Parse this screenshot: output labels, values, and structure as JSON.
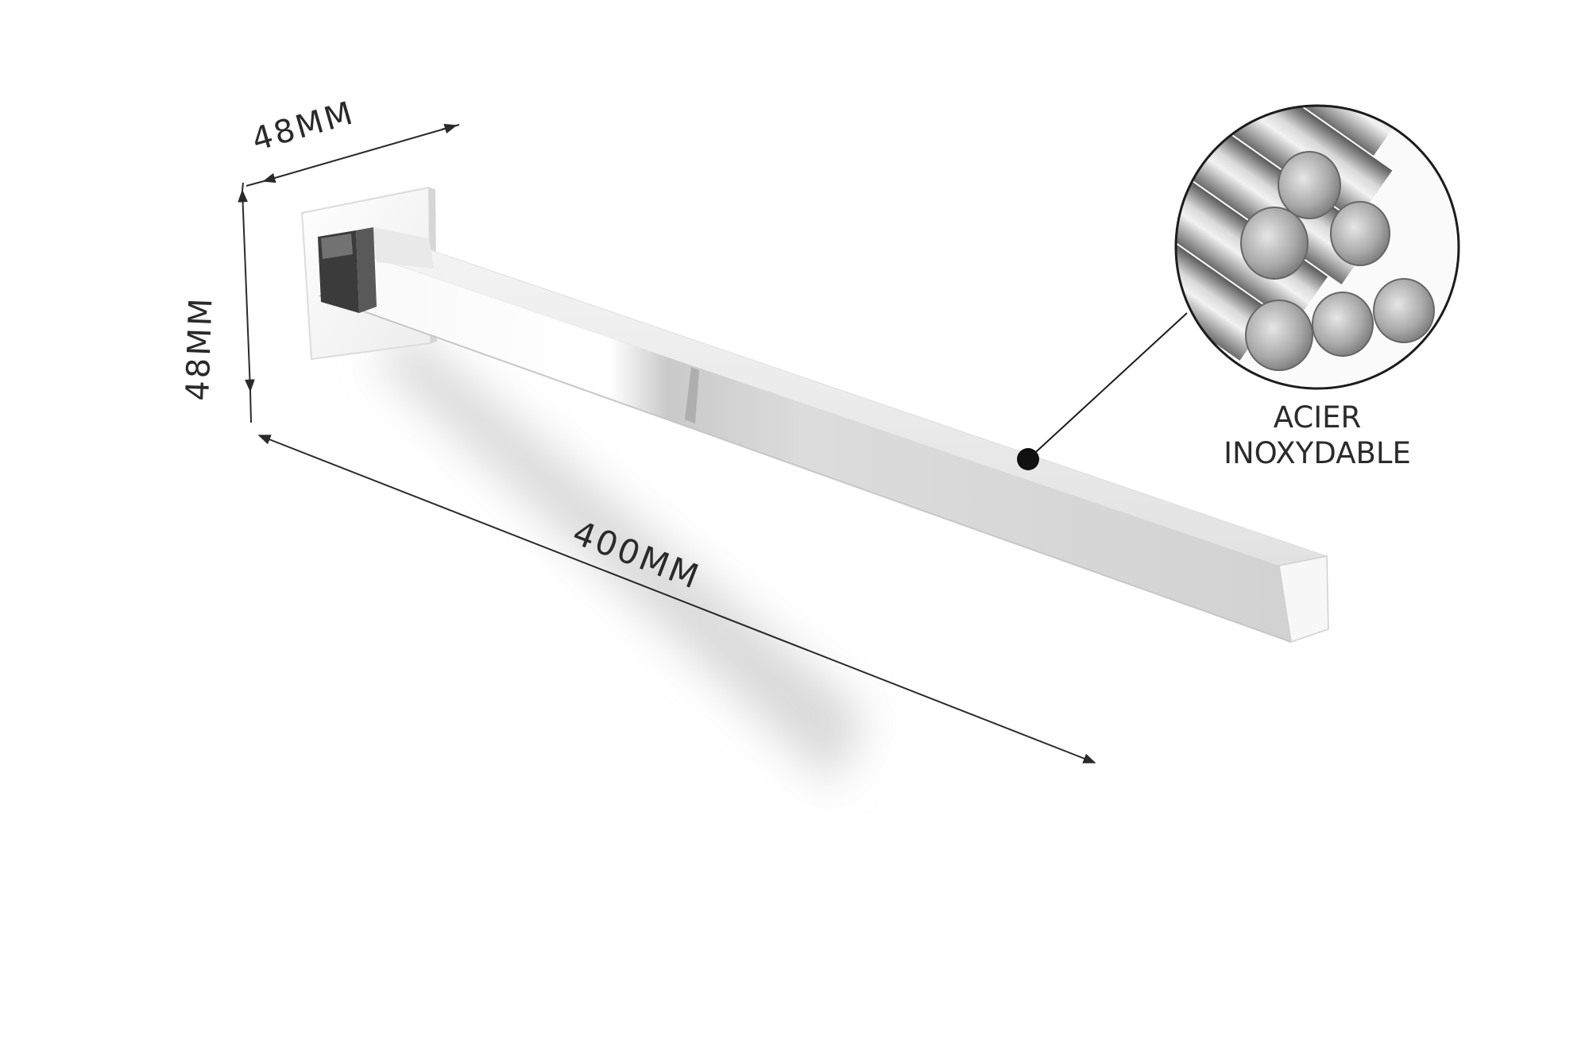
{
  "dimensions": {
    "plate_width": "48MM",
    "plate_height": "48MM",
    "bar_length": "400MM"
  },
  "callout": {
    "line1": "ACIER",
    "line2": "INOXYDABLE"
  }
}
